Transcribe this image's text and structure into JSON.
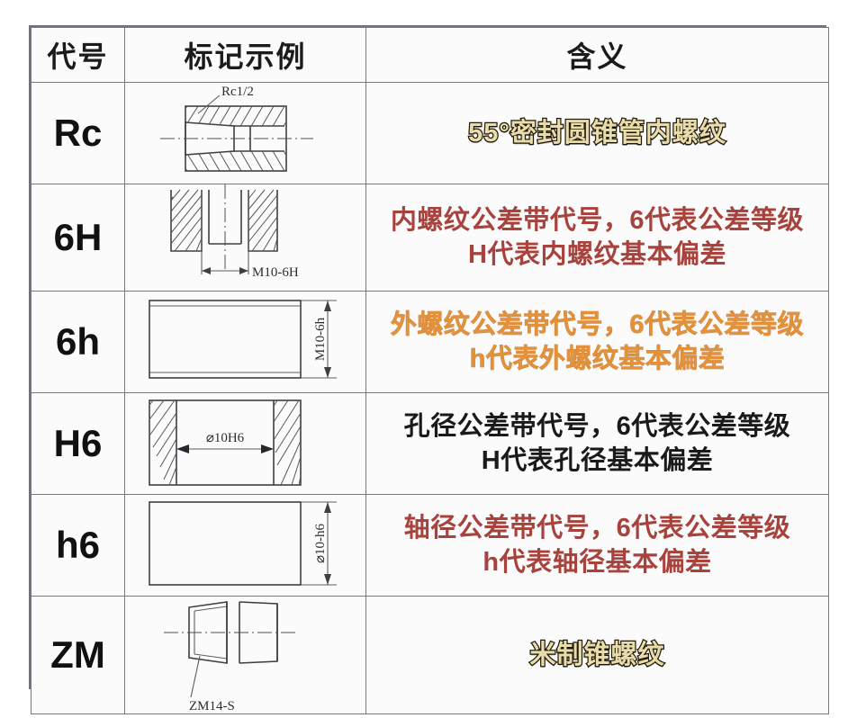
{
  "table": {
    "headers": {
      "code": "代号",
      "example": "标记示例",
      "meaning": "含义"
    },
    "rows": [
      {
        "code": "Rc",
        "drawing_label": "Rc1/2",
        "drawing_name": "tapered-internal-pipe-thread-section",
        "meaning_lines": [
          "55°密封圆锥管内螺纹"
        ],
        "meaning_color": "#e9dcab",
        "meaning_style": "gold"
      },
      {
        "code": "6H",
        "drawing_label": "M10-6H",
        "drawing_name": "tapped-blind-hole-section",
        "meaning_lines": [
          "内螺纹公差带代号，6代表公差等级",
          "H代表内螺纹基本偏差"
        ],
        "meaning_color": "#a8423c",
        "meaning_style": "darkred"
      },
      {
        "code": "6h",
        "drawing_label": "M10-6h",
        "drawing_name": "external-thread-shaft",
        "meaning_lines": [
          "外螺纹公差带代号，6代表公差等级",
          "h代表外螺纹基本偏差"
        ],
        "meaning_color": "#e2923c",
        "meaning_style": "orange"
      },
      {
        "code": "H6",
        "drawing_label": "⌀10H6",
        "drawing_name": "bore-hole-section",
        "meaning_lines": [
          "孔径公差带代号，6代表公差等级",
          "H代表孔径基本偏差"
        ],
        "meaning_color": "#1a1a1a",
        "meaning_style": "black"
      },
      {
        "code": "h6",
        "drawing_label": "⌀10-h6",
        "drawing_name": "shaft-diameter",
        "meaning_lines": [
          "轴径公差带代号，6代表公差等级",
          "h代表轴径基本偏差"
        ],
        "meaning_color": "#a8423c",
        "meaning_style": "darkred"
      },
      {
        "code": "ZM",
        "drawing_label": "ZM14-S",
        "drawing_name": "metric-taper-thread",
        "meaning_lines": [
          "米制锥螺纹"
        ],
        "meaning_color": "#e9dcab",
        "meaning_style": "gold"
      }
    ]
  }
}
